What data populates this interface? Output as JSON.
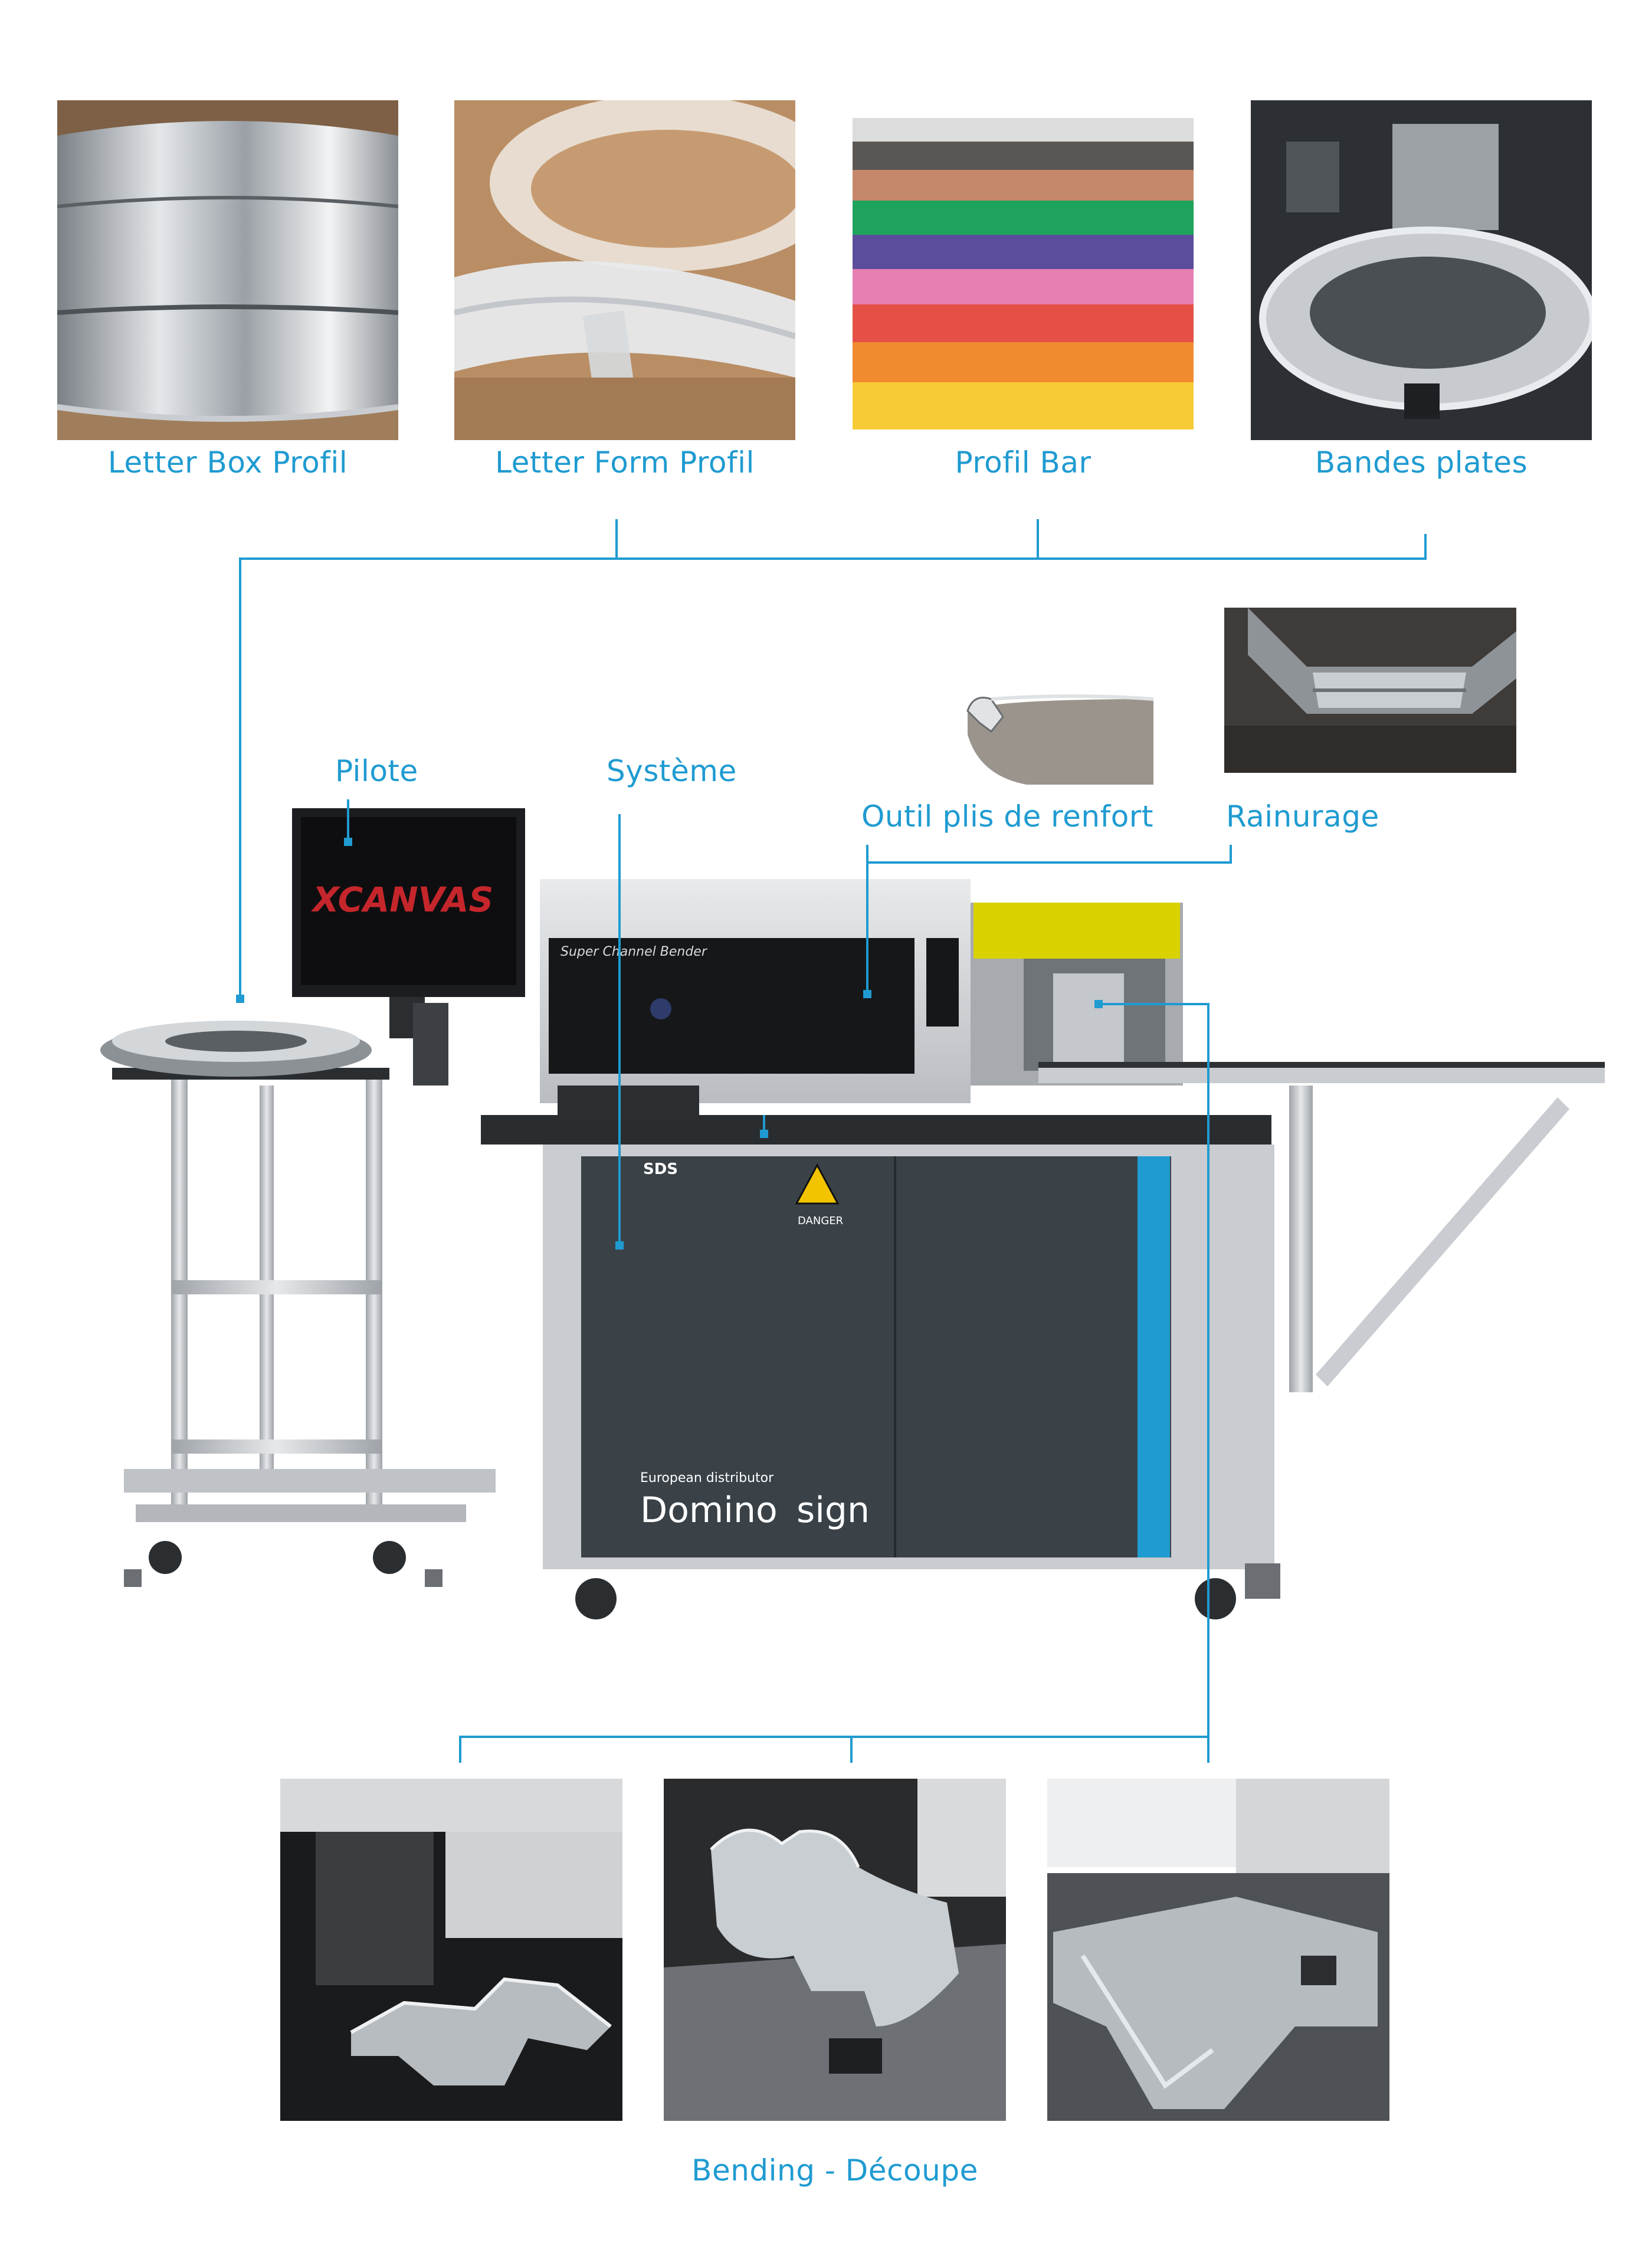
{
  "colors": {
    "accent": "#1f9bd1",
    "cabinet": "#3a4248",
    "frame": "#c9ccd0"
  },
  "top_materials": [
    {
      "label": "Letter Box Profil"
    },
    {
      "label": "Letter Form Profil"
    },
    {
      "label": "Profil Bar"
    },
    {
      "label": "Bandes plates"
    }
  ],
  "callouts": {
    "pilote": "Pilote",
    "systeme": "Système",
    "outil": "Outil plis de renfort",
    "rainurage": "Rainurage"
  },
  "machine": {
    "screen_text": "XCANVAS",
    "head_text": "Super Channel Bender",
    "brand": "SDS",
    "danger": "DANGER",
    "distributor_caption": "European distributor",
    "distributor_left": "Domino",
    "distributor_right": "sign"
  },
  "bottom_caption": "Bending - Découpe"
}
